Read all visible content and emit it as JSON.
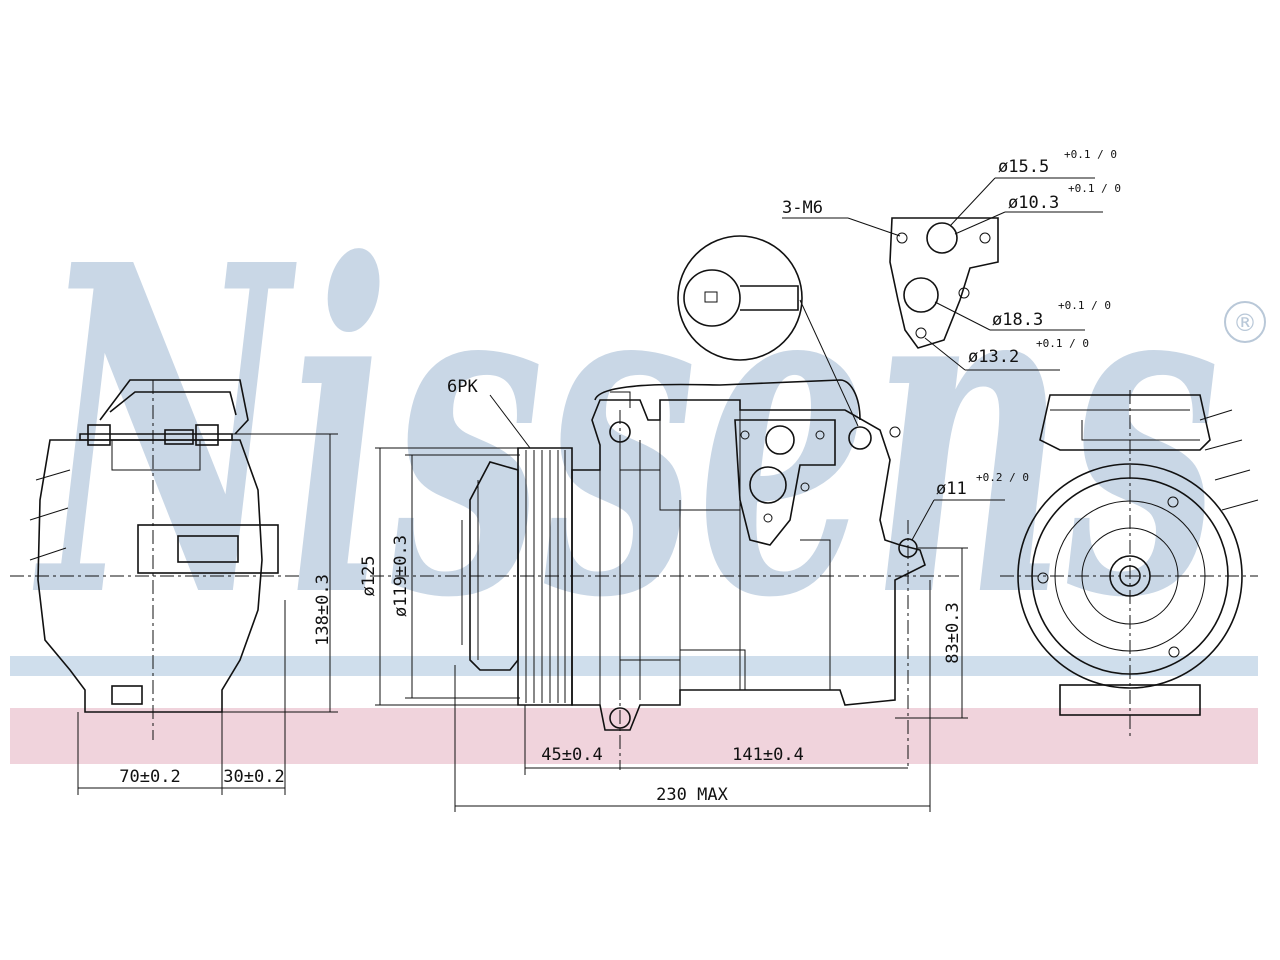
{
  "brand": {
    "name": "Nissens",
    "registered_mark": "®",
    "watermark_color": "#c9d7e6",
    "band_blue_color": "#cfdeec",
    "band_pink_color": "#f0d3dc"
  },
  "labels": {
    "belt": "6PK",
    "mount_thread": "3-M6"
  },
  "ports": {
    "d155": {
      "base": "ø15.5",
      "tol": "+0.1 / 0"
    },
    "d103": {
      "base": "ø10.3",
      "tol": "+0.1 / 0"
    },
    "d183": {
      "base": "ø18.3",
      "tol": "+0.1 / 0"
    },
    "d132": {
      "base": "ø13.2",
      "tol": "+0.1 / 0"
    },
    "d11": {
      "base": "ø11",
      "tol": "+0.2 / 0"
    }
  },
  "dimensions": {
    "pulley_outer": "ø125",
    "pulley_inner": "ø119±0.3",
    "height": "138±0.3",
    "mount_height": "83±0.3",
    "clutch_offset": "45±0.4",
    "mount_spacing": "141±0.4",
    "overall_length": "230 MAX",
    "side_width": "70±0.2",
    "side_offset": "30±0.2"
  },
  "icons": [
    "registered-mark-icon",
    "port-circle-icon",
    "bolt-hole-icon"
  ]
}
